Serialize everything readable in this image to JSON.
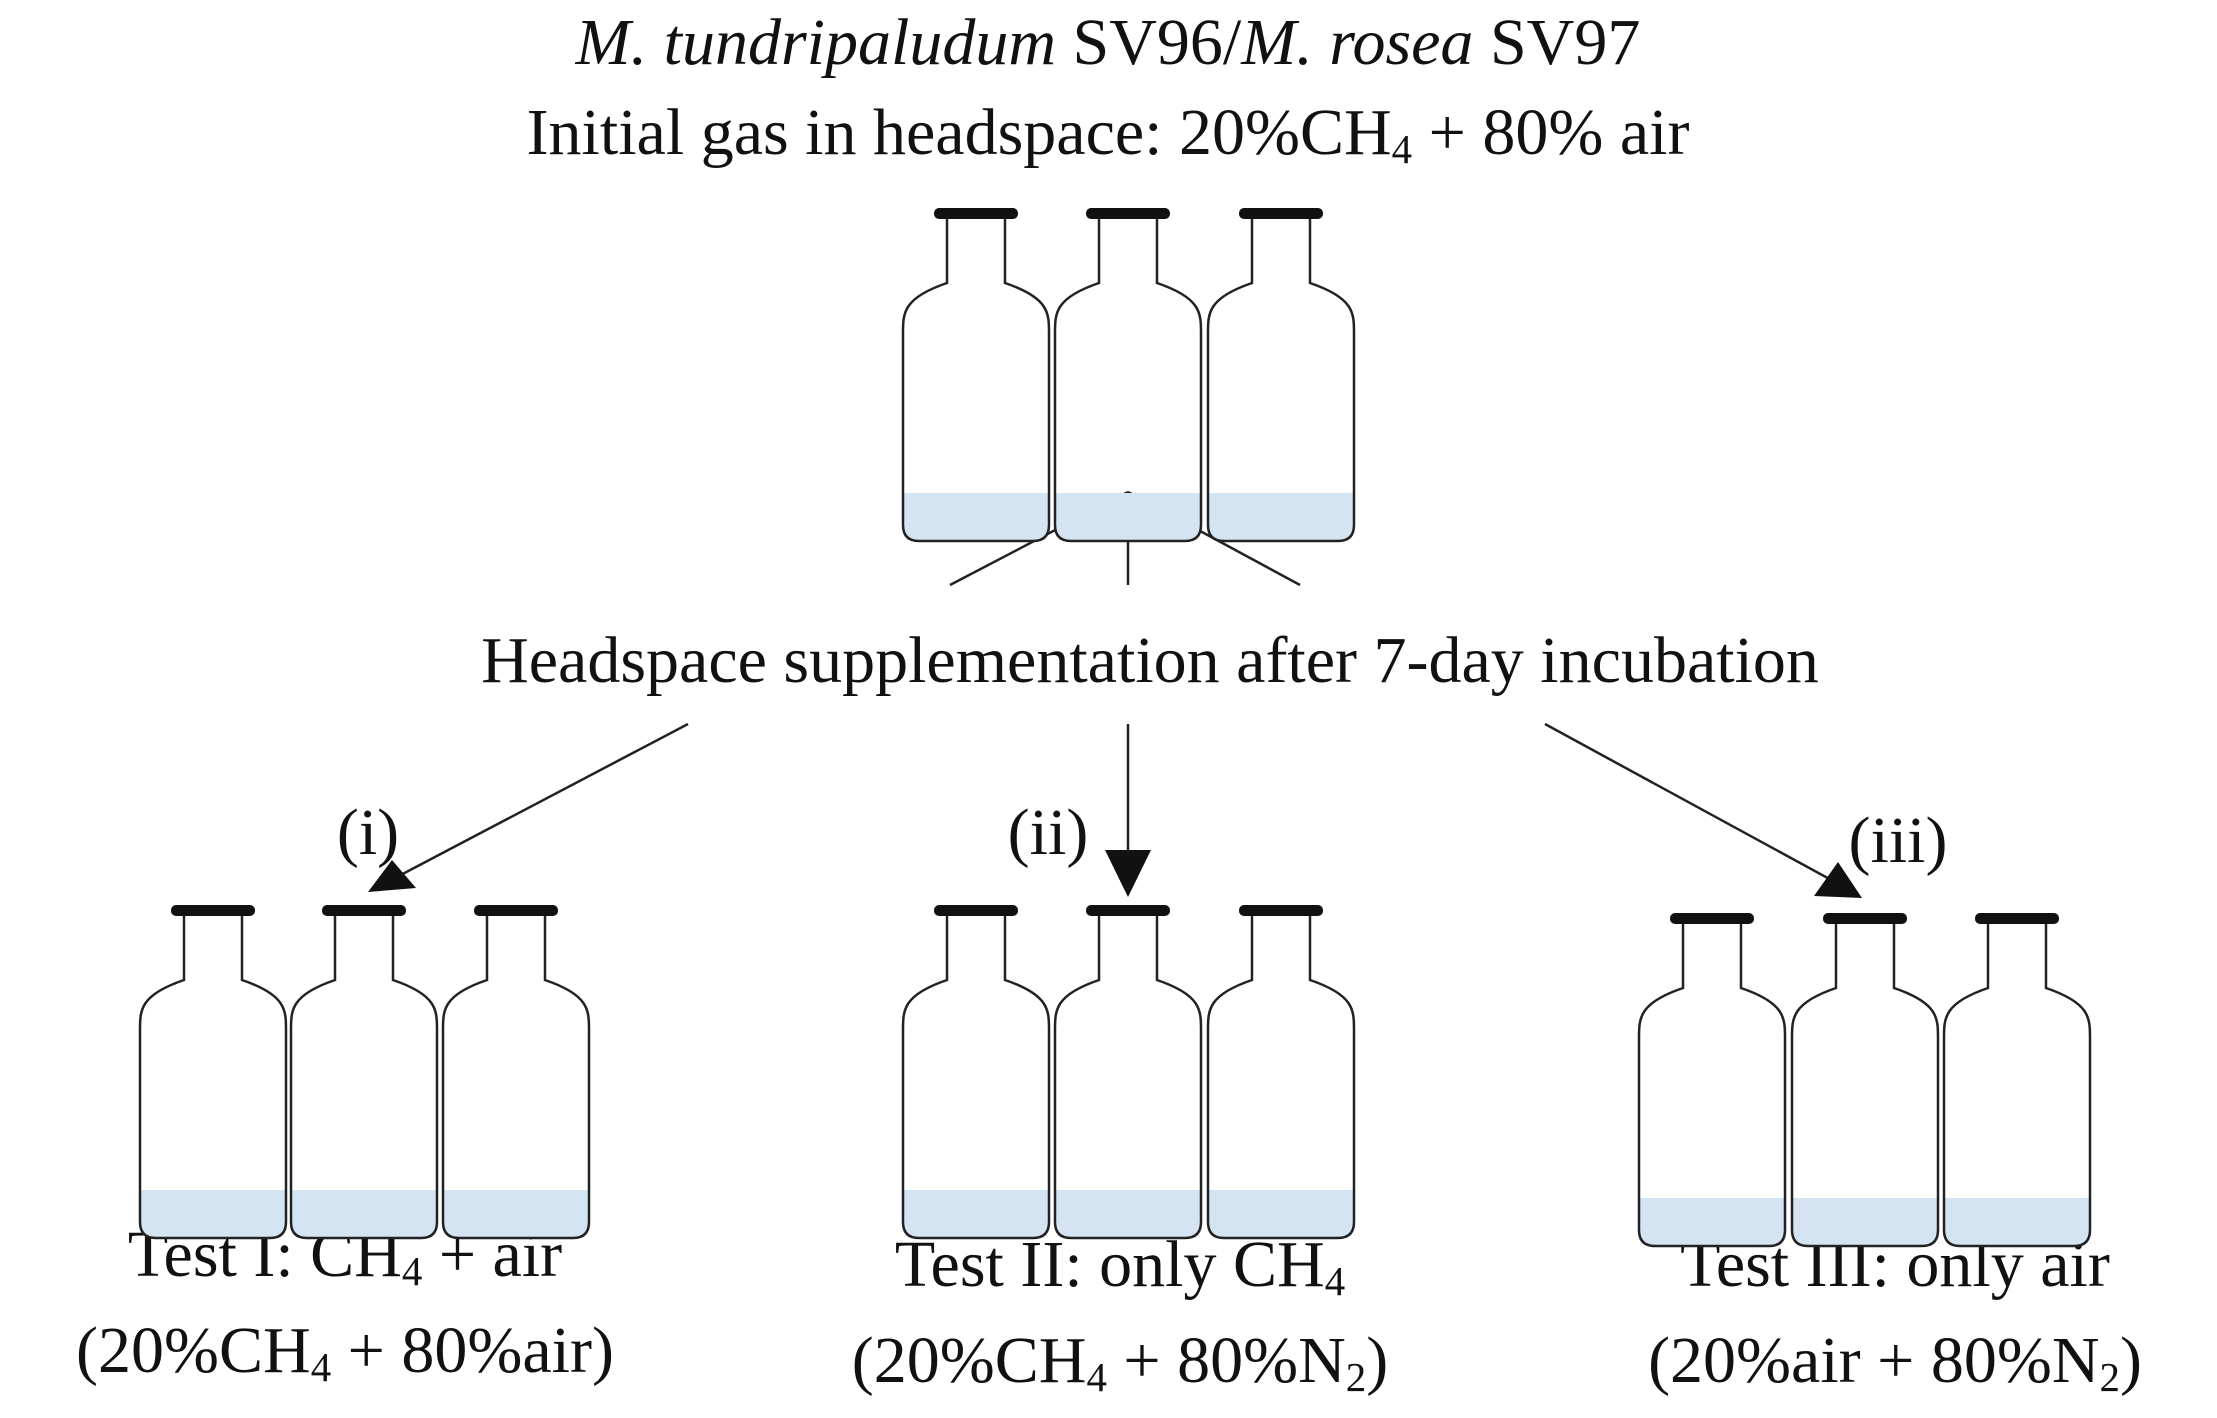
{
  "header": {
    "organism_1": "M. tundripaludum",
    "strain_1": " SV96/",
    "organism_2": "M. rosea",
    "strain_2": " SV97",
    "initial_gas_prefix": "Initial gas in headspace: 20%CH",
    "initial_gas_sub": "4",
    "initial_gas_suffix": " + 80% air"
  },
  "middle_label": "Headspace supplementation after 7-day incubation",
  "branches": [
    {
      "marker": "(i)",
      "title_prefix": "Test I: CH",
      "title_sub": "4",
      "title_suffix": " + air",
      "mix_prefix": "(20%CH",
      "mix_sub": "4",
      "mix_suffix": " + 80%air)"
    },
    {
      "marker": "(ii)",
      "title_prefix": "Test II: only CH",
      "title_sub": "4",
      "title_suffix": "",
      "mix_prefix": "(20%CH",
      "mix_sub": "4",
      "mix_mid": " + 80%N",
      "mix_sub2": "2",
      "mix_suffix": ")"
    },
    {
      "marker": "(iii)",
      "title_prefix": "Test III: only air",
      "mix_prefix": "(20%air + 80%N",
      "mix_sub": "2",
      "mix_suffix": ")"
    }
  ],
  "colors": {
    "liquid": "#d4e4f2",
    "outline": "#222222",
    "cap": "#111111"
  }
}
